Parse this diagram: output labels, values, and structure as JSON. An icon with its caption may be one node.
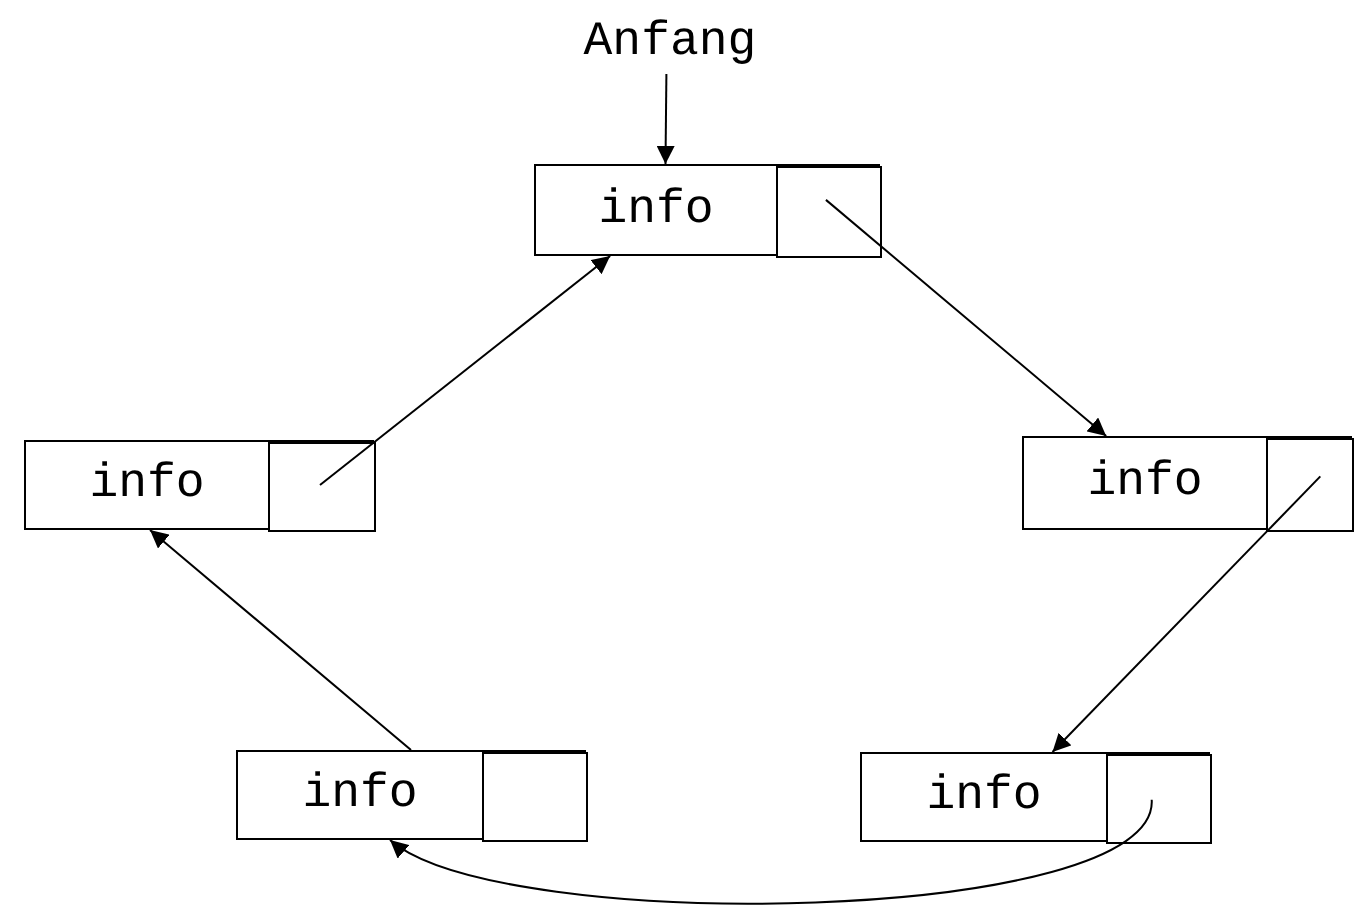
{
  "diagram": {
    "nodes": [
      {
        "text": [
          "Anfang"
        ]
      },
      {
        "text": [
          "info"
        ]
      },
      {
        "text": [],
        "shape": "box",
        "in": 1
      },
      {
        "text": [
          "info"
        ]
      },
      {
        "text": [],
        "shape": "box",
        "in": 3
      },
      {
        "text": [
          "info"
        ]
      },
      {
        "text": [],
        "shape": "box",
        "in": 5
      },
      {
        "text": [
          "info"
        ]
      },
      {
        "text": [],
        "shape": "box",
        "in": 7
      },
      {
        "text": [
          "info"
        ]
      },
      {
        "text": [],
        "shape": "box",
        "in": 9
      }
    ],
    "edges": [
      {
        "from": 0,
        "to": 1,
        "arrow": "to"
      },
      {
        "from": 2,
        "to": 5,
        "arrow": "to"
      },
      {
        "from": 6,
        "to": 9,
        "arrow": "to"
      },
      {
        "from": 10,
        "to": 7,
        "arrow": "to"
      },
      {
        "from": 7,
        "to": 3,
        "arrow": "to"
      },
      {
        "from": 4,
        "to": 1,
        "arrow": "to"
      }
    ]
  }
}
